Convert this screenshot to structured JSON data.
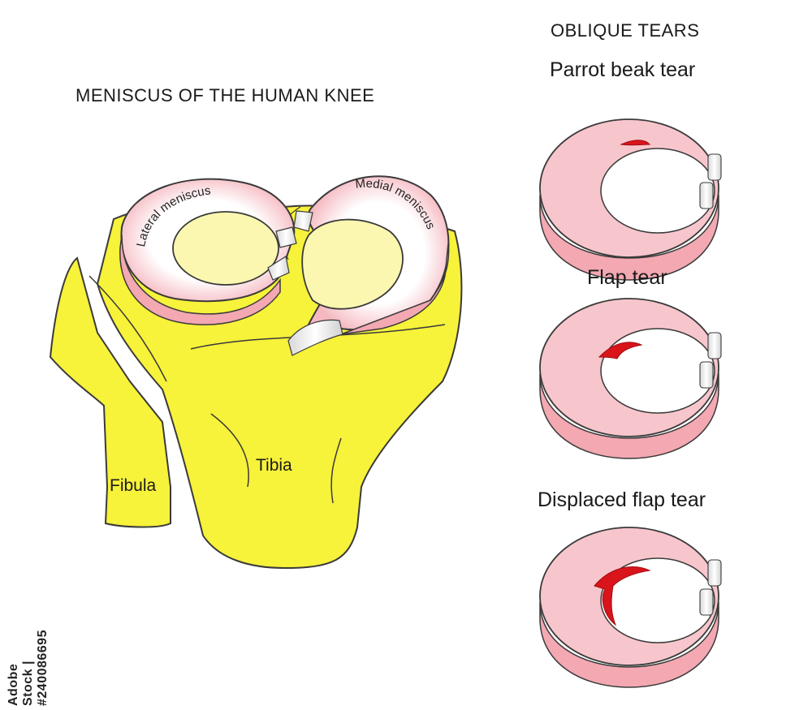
{
  "title": "MENISCUS OF THE HUMAN KNEE",
  "labels": {
    "lateral": "Lateral meniscus",
    "medial": "Medial meniscus",
    "fibula": "Fibula",
    "tibia": "Tibia"
  },
  "oblique": {
    "heading": "OBLIQUE TEARS",
    "tears": [
      {
        "name": "Parrot beak tear"
      },
      {
        "name": "Flap tear"
      },
      {
        "name": "Displaced flap tear"
      }
    ]
  },
  "watermark": "Adobe Stock | #240086695",
  "colors": {
    "bone": "#f7f23a",
    "cartilage": "#f7c6cc",
    "tear": "#d9141b",
    "outline": "#3a3a3a"
  }
}
